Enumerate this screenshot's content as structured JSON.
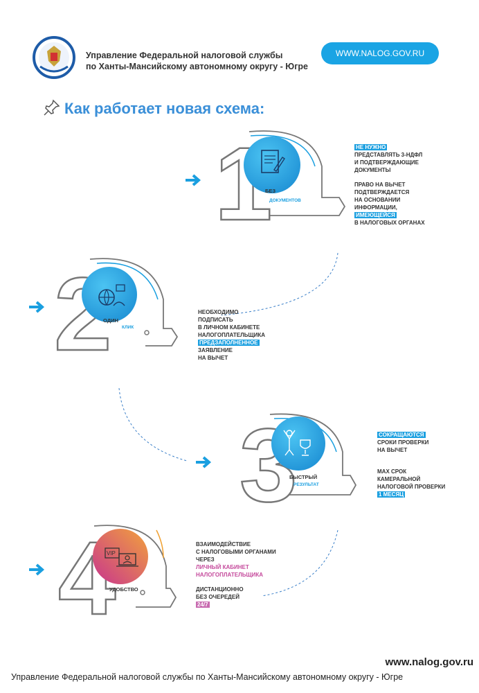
{
  "header": {
    "line1": "Управление Федеральной налоговой службы",
    "line2": "по Ханты-Мансийскому автономному округу - Югре",
    "url_button": "WWW.NALOG.GOV.RU"
  },
  "title": "Как работает новая схема:",
  "steps": [
    {
      "number": "1",
      "caption": "БЕЗ",
      "caption_small": "ДОКУМЕНТОВ",
      "text": [
        {
          "hl": "НЕ НУЖНО"
        },
        {
          "t": "ПРЕДСТАВЛЯТЬ 3-НДФЛ"
        },
        {
          "t": "И ПОДТВЕРЖДАЮЩИЕ"
        },
        {
          "t": "ДОКУМЕНТЫ"
        },
        {
          "t": "ПРАВО НА ВЫЧЕТ"
        },
        {
          "t": "ПОДТВЕРЖДАЕТСЯ"
        },
        {
          "t": "НА ОСНОВАНИИ"
        },
        {
          "t": "ИНФОРМАЦИИ,"
        },
        {
          "hl": "ИМЕЮЩЕЙСЯ"
        },
        {
          "t": "В НАЛОГОВЫХ ОРГАНАХ"
        }
      ]
    },
    {
      "number": "2",
      "caption": "ОДИН",
      "caption_small": "КЛИК",
      "text": [
        {
          "t": "НЕОБХОДИМО"
        },
        {
          "t": "ПОДПИСАТЬ"
        },
        {
          "t": "В ЛИЧНОМ КАБИНЕТЕ"
        },
        {
          "t": "НАЛОГОПЛАТЕЛЬЩИКА"
        },
        {
          "hl": "ПРЕДЗАПОЛНЕННОЕ"
        },
        {
          "t": "ЗАЯВЛЕНИЕ"
        },
        {
          "t": "НА ВЫЧЕТ"
        }
      ]
    },
    {
      "number": "3",
      "caption": "БЫСТРЫЙ",
      "caption_small": "РЕЗУЛЬТАТ",
      "text": [
        {
          "hl": "СОКРАЩАЮТСЯ"
        },
        {
          "t": "СРОКИ ПРОВЕРКИ"
        },
        {
          "t": "НА ВЫЧЕТ"
        },
        {
          "t": "МАХ СРОК"
        },
        {
          "t": "КАМЕРАЛЬНОЙ"
        },
        {
          "t": "НАЛОГОВОЙ ПРОВЕРКИ"
        },
        {
          "hl": "1 МЕСЯЦ"
        }
      ]
    },
    {
      "number": "4",
      "caption": "УДОБСТВО",
      "badge": "VIP",
      "text": [
        {
          "t": "ВЗАИМОДЕЙСТВИЕ"
        },
        {
          "t": "С НАЛОГОВЫМИ ОРГАНАМИ"
        },
        {
          "t": "ЧЕРЕЗ"
        },
        {
          "pink": "ЛИЧНЫЙ КАБИНЕТ"
        },
        {
          "pink": "НАЛОГОПЛАТЕЛЬЩИКА"
        },
        {
          "t": "ДИСТАНЦИОННО"
        },
        {
          "t": "БЕЗ ОЧЕРЕДЕЙ"
        },
        {
          "hl2": "24/7"
        }
      ]
    }
  ],
  "footer": {
    "url": "www.nalog.gov.ru",
    "text": "Управление Федеральной налоговой службы по Ханты-Мансийскому автономному округу - Югре"
  },
  "colors": {
    "accent": "#1aa4e4",
    "title": "#3a8fd8",
    "step4_gradient": [
      "#f2a23c",
      "#c8358e"
    ]
  }
}
